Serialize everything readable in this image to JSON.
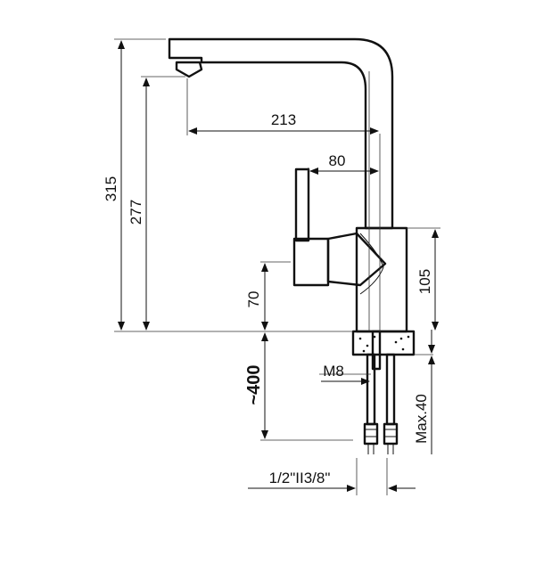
{
  "dimensions": {
    "height_total": "315",
    "height_spout": "277",
    "reach": "213",
    "lever_reach": "80",
    "body_height": "105",
    "lever_height": "70",
    "hose_length": "~400",
    "thread": "M8",
    "max_thickness": "Max.40",
    "connection": "1/2\"II3/8\""
  },
  "colors": {
    "line": "#111111",
    "background": "#ffffff"
  }
}
